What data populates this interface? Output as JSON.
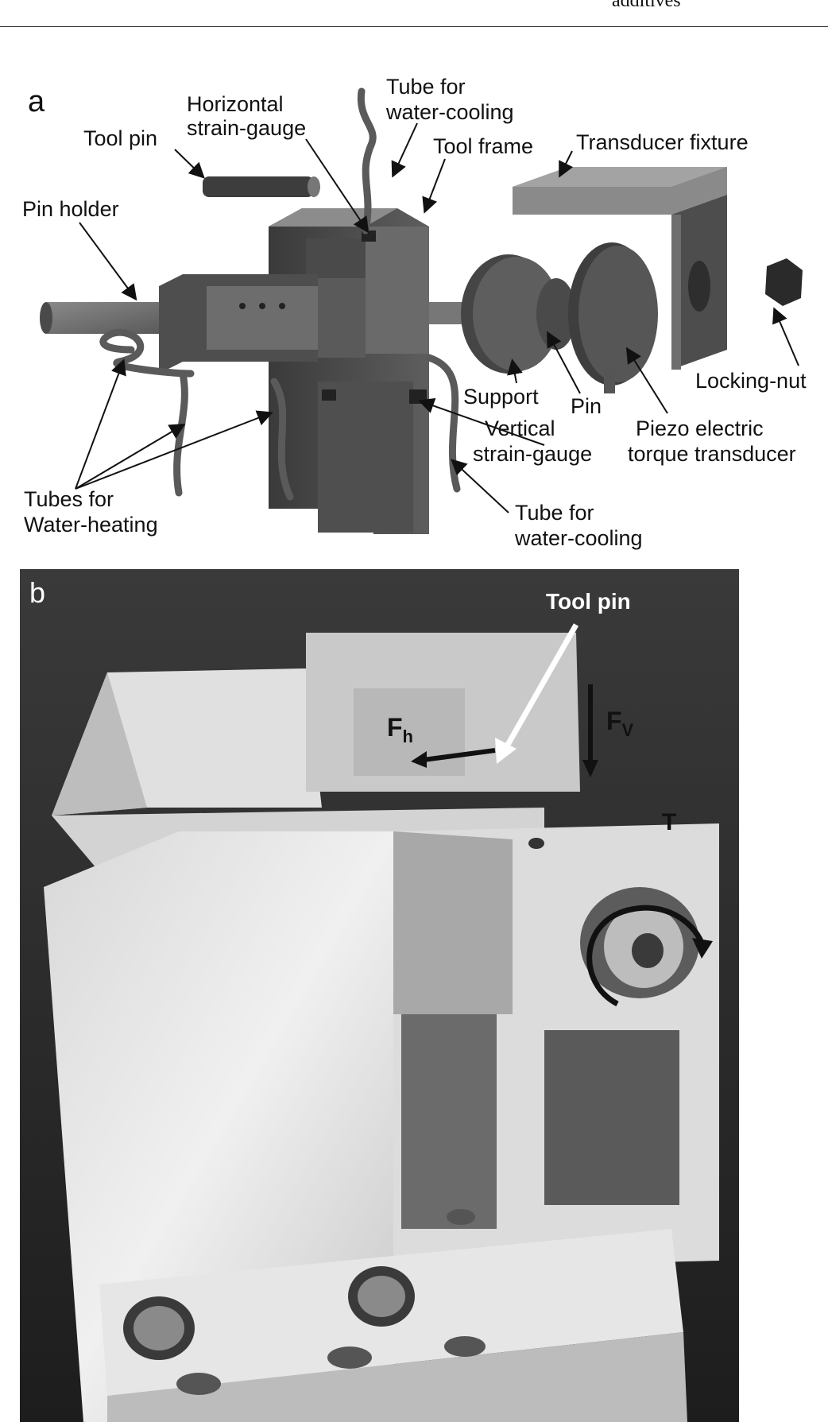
{
  "header": {
    "running_text": "additives"
  },
  "panel_a": {
    "letter": "a",
    "labels": {
      "horizontal_strain_gauge": [
        "Horizontal",
        "strain-gauge"
      ],
      "tube_top": [
        "Tube for",
        "water-cooling"
      ],
      "tool_pin": "Tool pin",
      "tool_frame": "Tool frame",
      "transducer_fixture": "Transducer fixture",
      "pin_holder": "Pin holder",
      "locking_nut": "Locking-nut",
      "support": "Support",
      "pin": "Pin",
      "vertical_strain_gauge": [
        "Vertical",
        "strain-gauge"
      ],
      "piezo": [
        "Piezo electric",
        "torque transducer"
      ],
      "tubes_heating": [
        "Tubes for",
        "Water-heating"
      ],
      "tube_bottom": [
        "Tube for",
        "water-cooling"
      ]
    }
  },
  "panel_b": {
    "letter": "b",
    "labels": {
      "tool_pin": "Tool pin",
      "fh_main": "F",
      "fh_sub": "h",
      "fv_main": "F",
      "fv_sub": "V",
      "torque": "T"
    }
  }
}
